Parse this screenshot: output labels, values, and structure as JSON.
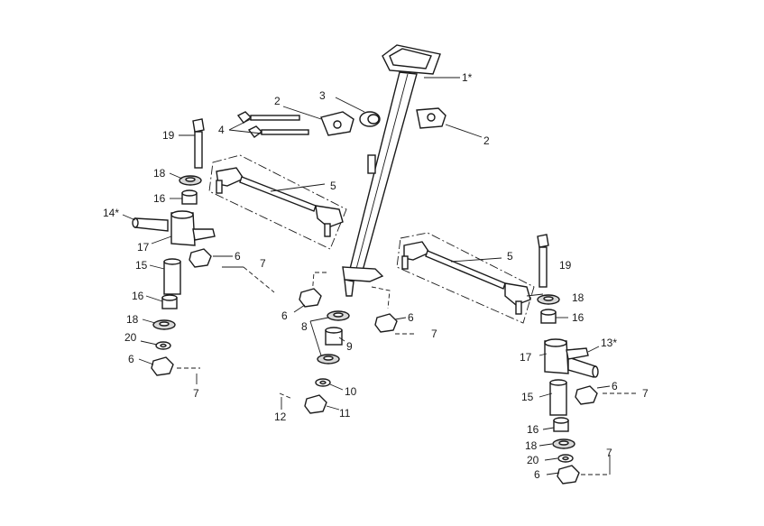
{
  "callouts": {
    "c1": "1*",
    "c2a": "2",
    "c2b": "2",
    "c3": "3",
    "c4": "4",
    "c5a": "5",
    "c5b": "5",
    "c6a": "6",
    "c6b": "6",
    "c6c": "6",
    "c6d": "6",
    "c6e": "6",
    "c6f": "6",
    "c7a": "7",
    "c7b": "7",
    "c7c": "7",
    "c7d": "7",
    "c7e": "7",
    "c8": "8",
    "c9": "9",
    "c10": "10",
    "c11": "11",
    "c12": "12",
    "c13": "13*",
    "c14": "14*",
    "c15a": "15",
    "c15b": "15",
    "c16a": "16",
    "c16b": "16",
    "c16c": "16",
    "c16d": "16",
    "c17a": "17",
    "c17b": "17",
    "c18a": "18",
    "c18b": "18",
    "c18c": "18",
    "c18d": "18",
    "c19a": "19",
    "c19b": "19",
    "c20a": "20",
    "c20b": "20"
  }
}
